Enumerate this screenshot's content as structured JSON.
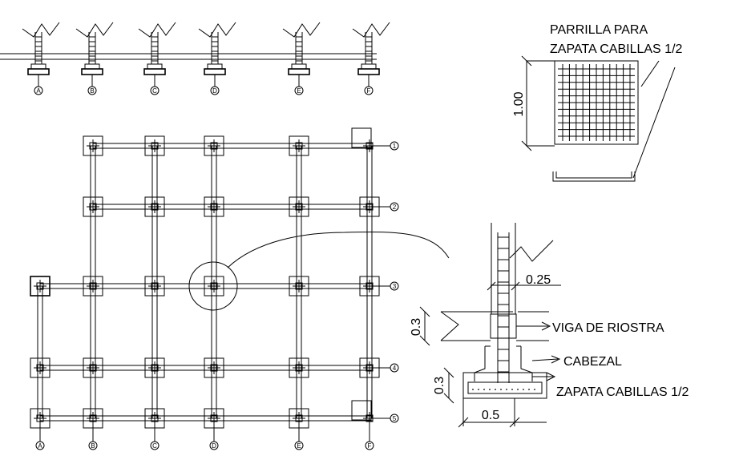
{
  "column_axes": [
    "A",
    "B",
    "C",
    "D",
    "E",
    "F"
  ],
  "row_axes": [
    "1",
    "2",
    "3",
    "4",
    "5"
  ],
  "detail_grid": {
    "title_line1": "PARRILLA PARA",
    "title_line2": "ZAPATA CABILLAS 1/2",
    "dimension": "1.00"
  },
  "section": {
    "column_width": "0.25",
    "beam_height": "0.3",
    "footing_height": "0.3",
    "footing_width": "0.5",
    "label_beam": "VIGA DE RIOSTRA",
    "label_cap": "CABEZAL",
    "label_footing": "ZAPATA CABILLAS 1/2"
  }
}
